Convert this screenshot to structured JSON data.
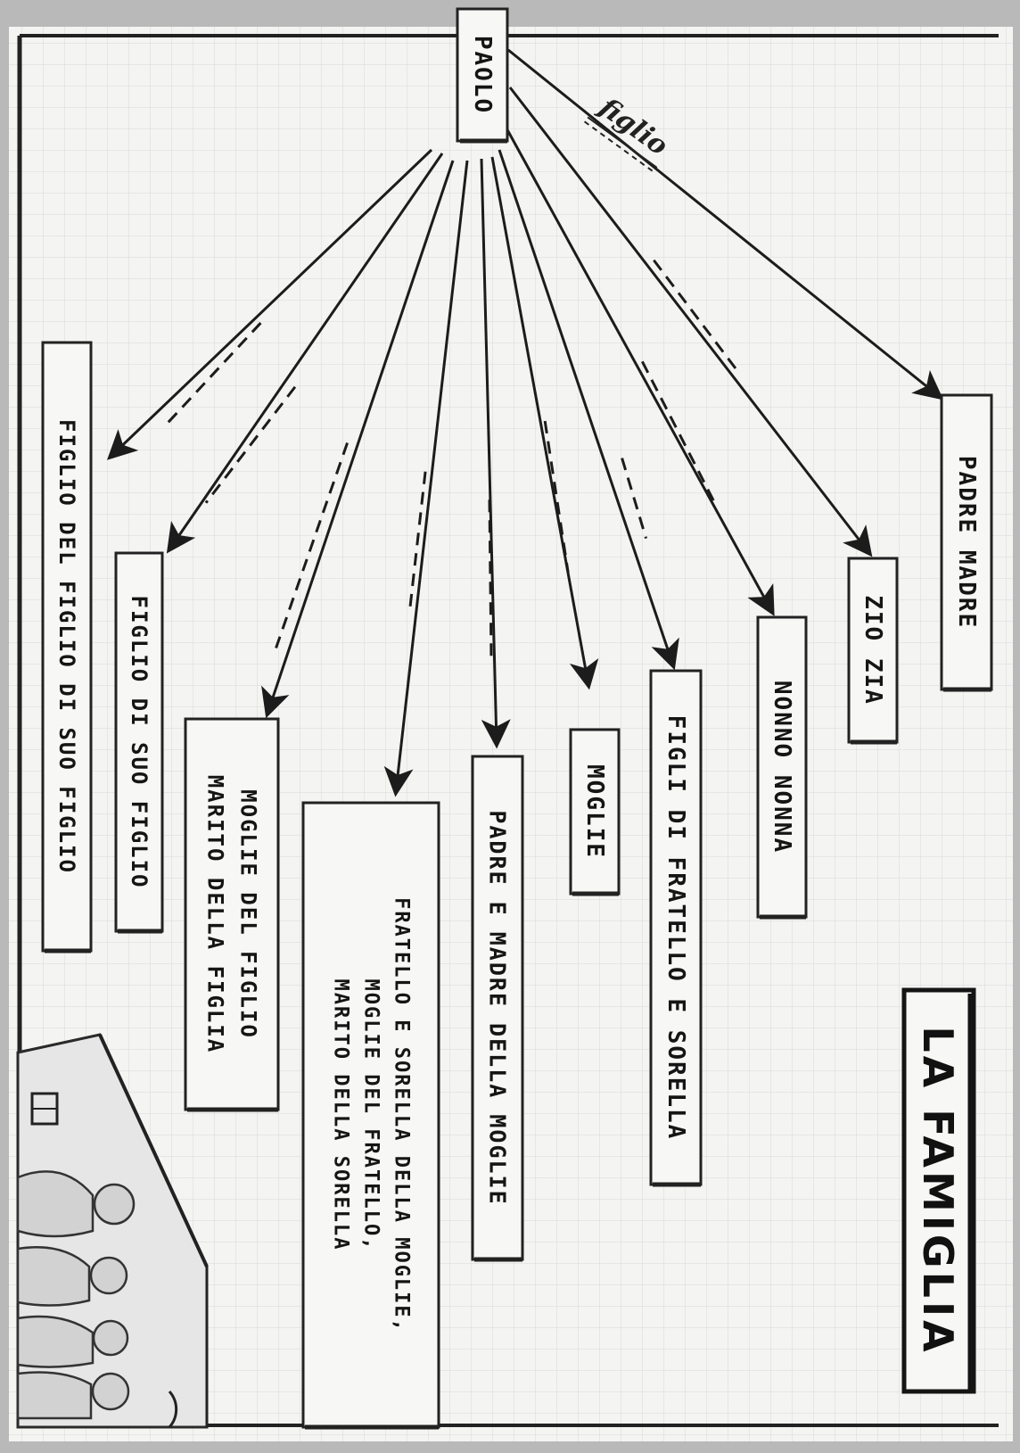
{
  "title": "LA FAMIGLIA",
  "center": "PAOLO",
  "edge_label": "figlio",
  "nodes": {
    "padre_madre": [
      "PADRE MADRE"
    ],
    "zio_zia": [
      "ZIO ZIA"
    ],
    "nonno_nonna": [
      "NONNO NONNA"
    ],
    "figli_fratello": [
      "FIGLI DI FRATELLO E SORELLA"
    ],
    "moglie": [
      "MOGLIE"
    ],
    "suoceri": [
      "PADRE E MADRE DELLA MOGLIE"
    ],
    "cognati": [
      "FRATELLO E SORELLA DELLA MOGLIE,",
      "MOGLIE DEL FRATELLO,",
      "MARITO DELLA SORELLA"
    ],
    "nuora_genero": [
      "MOGLIE DEL FIGLIO",
      "MARITO DELLA FIGLIA"
    ],
    "figlio_suo_figlio": [
      "FIGLIO DI SUO FIGLIO"
    ],
    "figlio_figlio_figlio": [
      "FIGLIO DEL FIGLIO DI SUO FIGLIO"
    ]
  },
  "edges": [
    {
      "to": "padre_madre",
      "dashed": false
    },
    {
      "to": "zio_zia",
      "dashed": true
    },
    {
      "to": "nonno_nonna",
      "dashed": true
    },
    {
      "to": "figli_fratello",
      "dashed": true
    },
    {
      "to": "moglie",
      "dashed": true
    },
    {
      "to": "suoceri",
      "dashed": true
    },
    {
      "to": "cognati",
      "dashed": true
    },
    {
      "to": "nuora_genero",
      "dashed": true
    },
    {
      "to": "figlio_suo_figlio",
      "dashed": true
    },
    {
      "to": "figlio_figlio_figlio",
      "dashed": true
    }
  ],
  "colors": {
    "paper": "#f4f4f2",
    "grid": "#d6d6d6",
    "ink": "#1c1c1c",
    "scan_border": "#a9a9a9"
  }
}
